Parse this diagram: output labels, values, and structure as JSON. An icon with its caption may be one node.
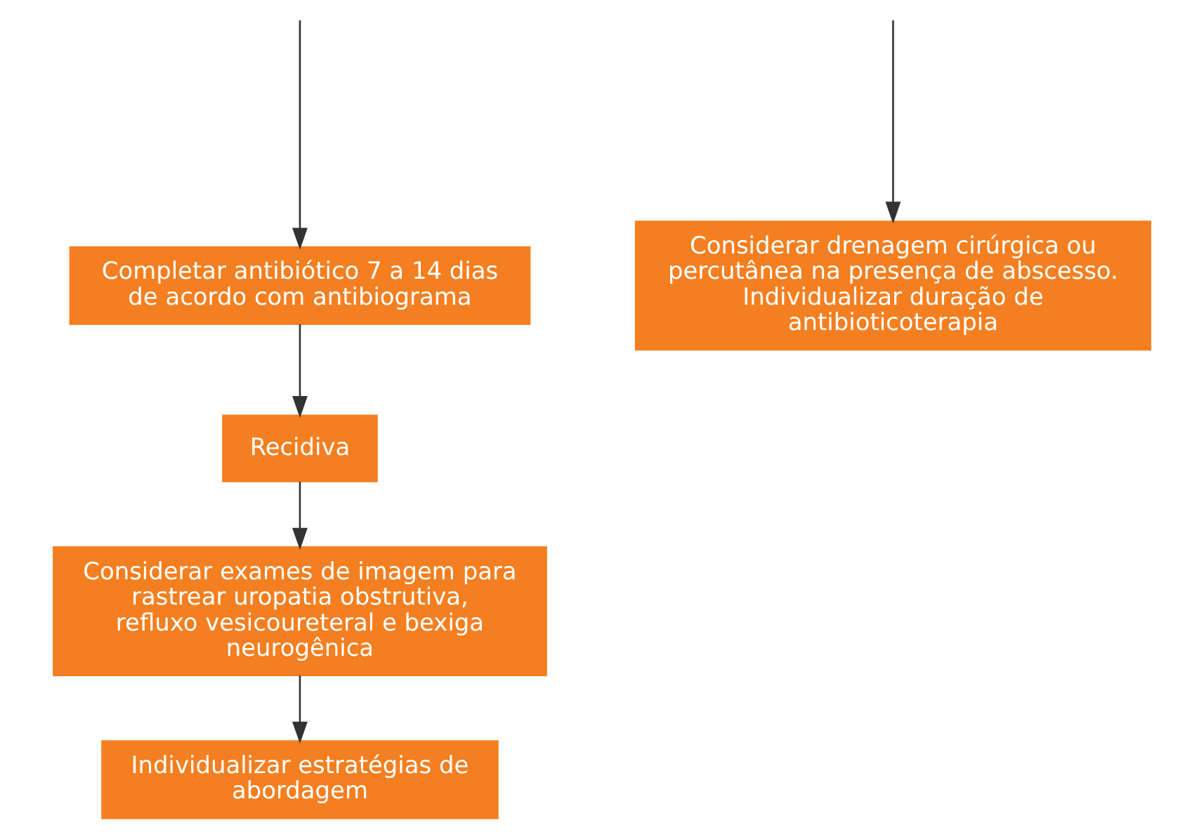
{
  "diagram": {
    "nodes": [
      {
        "text": [
          "Completar antibiótico 7 a 14 dias de acordo com antibiograma"
        ]
      },
      {
        "text": [
          "Considerar drenagem cirúrgica ou percutânea na presença de abscesso. Individualizar duração de antibioticoterapia"
        ]
      },
      {
        "text": [
          "Recidiva"
        ]
      },
      {
        "text": [
          "Considerar exames de imagem para rastrear uropatia obstrutiva, refluxo vesicoureteral e bexiga neurogênica"
        ]
      },
      {
        "text": [
          "Individualizar estratégias de abordagem"
        ]
      }
    ],
    "edges": [
      {
        "from": null,
        "to": 0,
        "arrow": "to"
      },
      {
        "from": null,
        "to": 1,
        "arrow": "to"
      },
      {
        "from": 0,
        "to": 2,
        "arrow": "to"
      },
      {
        "from": 2,
        "to": 3,
        "arrow": "to"
      },
      {
        "from": 3,
        "to": 4,
        "arrow": "to"
      }
    ]
  }
}
